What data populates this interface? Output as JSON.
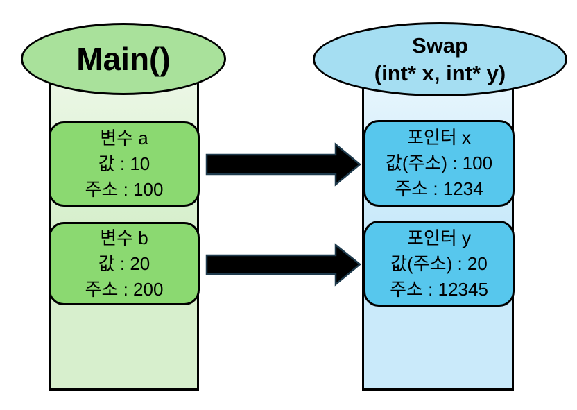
{
  "diagram": {
    "left": {
      "title": "Main()",
      "boxes": [
        {
          "lines": [
            "변수 a",
            "값 : 10",
            "주소 : 100"
          ]
        },
        {
          "lines": [
            "변수 b",
            "값 : 20",
            "주소 : 200"
          ]
        }
      ]
    },
    "right": {
      "title_line1": "Swap",
      "title_line2": "(int* x, int* y)",
      "boxes": [
        {
          "lines": [
            "포인터 x",
            "값(주소) : 100",
            "주소 : 1234"
          ]
        },
        {
          "lines": [
            "포인터 y",
            "값(주소) : 20",
            "주소 : 12345"
          ]
        }
      ]
    },
    "arrows": [
      {
        "from": "변수 a",
        "to": "포인터 x"
      },
      {
        "from": "변수 b",
        "to": "포인터 y"
      }
    ]
  },
  "colors": {
    "outline": "#000000",
    "green-ellipse": "#A9E19B",
    "green-column-top": "#EBF7E5",
    "green-column": "#D7EFCD",
    "green-box": "#8BD971",
    "blue-ellipse": "#A5DEF2",
    "blue-column-top": "#E6F5FD",
    "blue-column": "#CAEAFA",
    "blue-box": "#57C7ED",
    "arrow-fill": "#000000",
    "arrow-stroke": "#1F3B4D"
  }
}
